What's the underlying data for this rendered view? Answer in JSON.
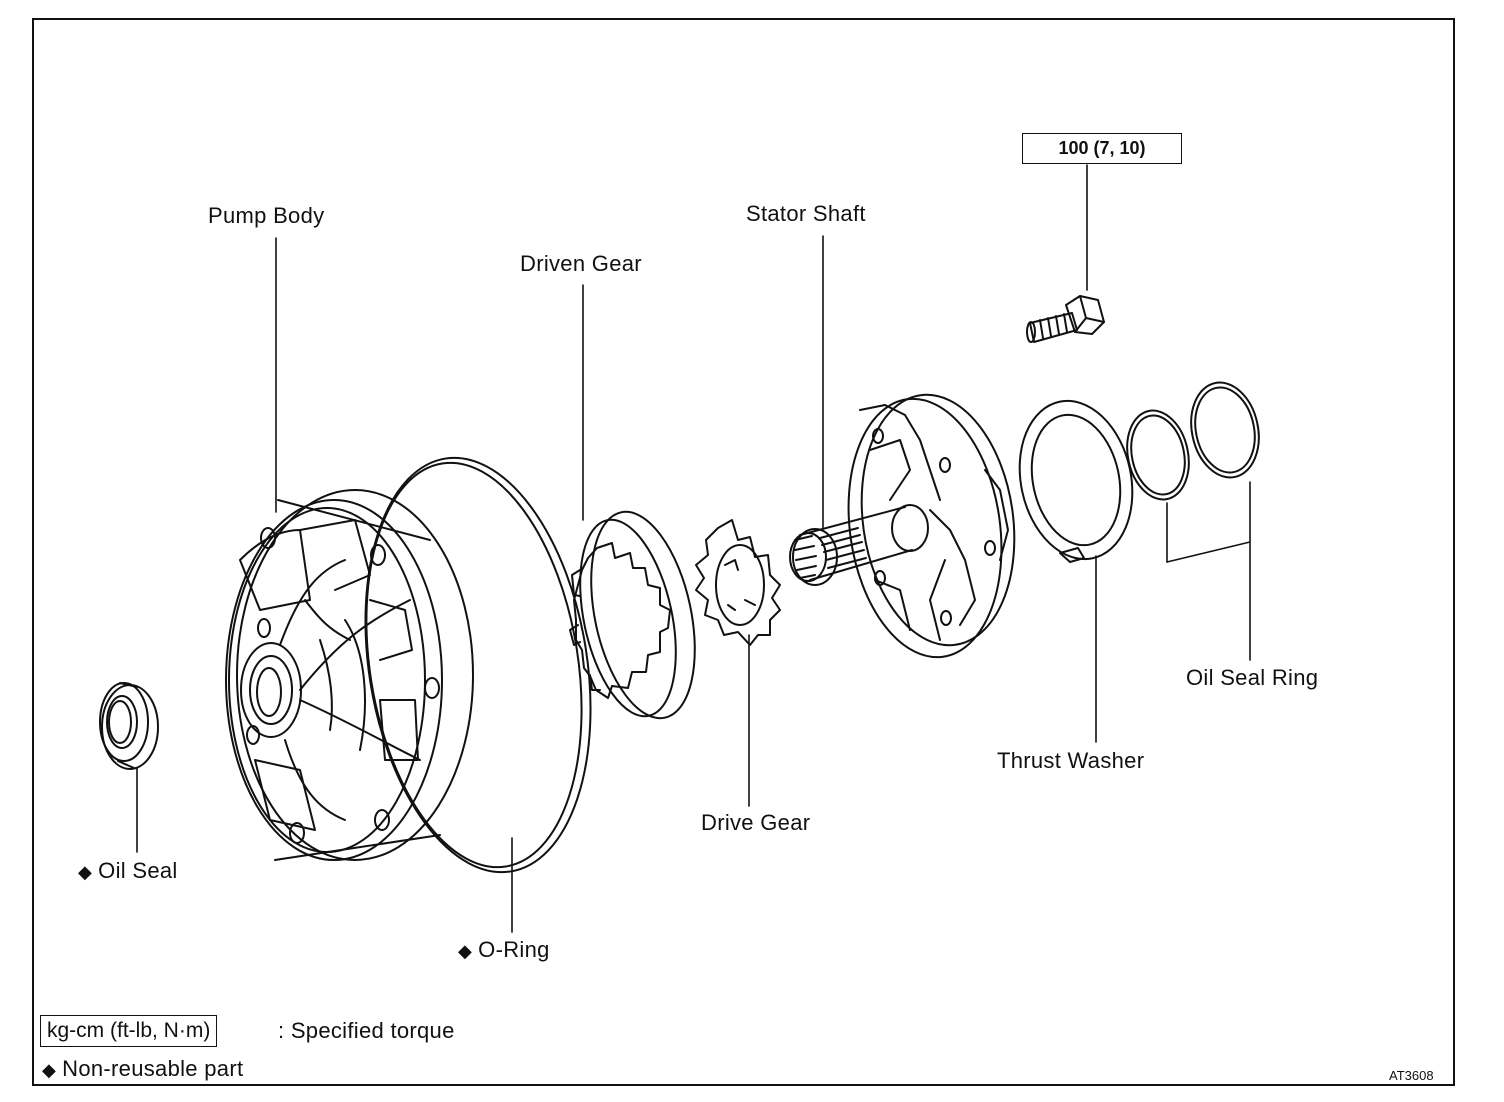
{
  "labels": {
    "pump_body": "Pump Body",
    "driven_gear": "Driven Gear",
    "stator_shaft": "Stator Shaft",
    "torque_spec": "100 (7, 10)",
    "oil_seal_ring": "Oil Seal Ring",
    "thrust_washer": "Thrust Washer",
    "drive_gear": "Drive Gear",
    "oil_seal": "Oil Seal",
    "o_ring": "O-Ring"
  },
  "marker_symbol": "◆",
  "legend": {
    "torque_unit_box": "kg-cm (ft-lb, N·m)",
    "torque_desc": ": Specified torque",
    "non_reusable": "Non-reusable part"
  },
  "figure_ref": "AT3608"
}
